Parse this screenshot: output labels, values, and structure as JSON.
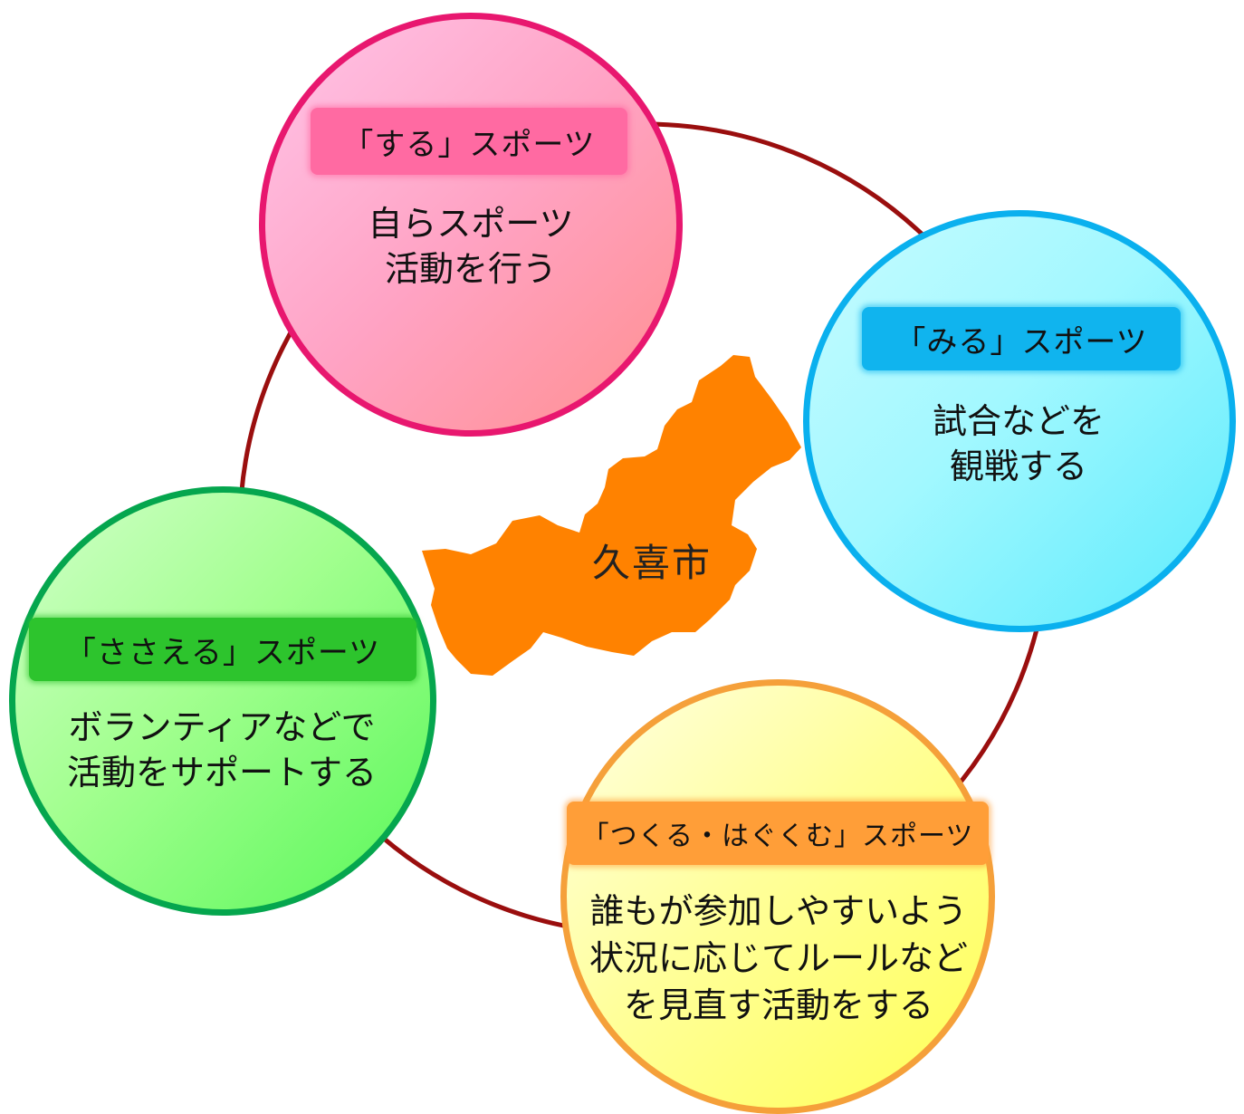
{
  "center_label": "久喜市",
  "colors": {
    "ring": "#9a0e0e",
    "map": "#ff8200",
    "suru": "#e8176f",
    "miru": "#0ab0ee",
    "sasaeru": "#05a64e",
    "tsukuru": "#f5a03a"
  },
  "nodes": {
    "suru": {
      "title": "「する」スポーツ",
      "description": "自らスポーツ\n活動を行う"
    },
    "miru": {
      "title": "「みる」スポーツ",
      "description": "試合などを\n観戦する"
    },
    "sasaeru": {
      "title": "「ささえる」スポーツ",
      "description": "ボランティアなどで\n活動をサポートする"
    },
    "tsukuru": {
      "title": "「つくる・はぐくむ」スポーツ",
      "description": "誰もが参加しやすいよう\n状況に応じてルールなど\nを見直す活動をする"
    }
  }
}
